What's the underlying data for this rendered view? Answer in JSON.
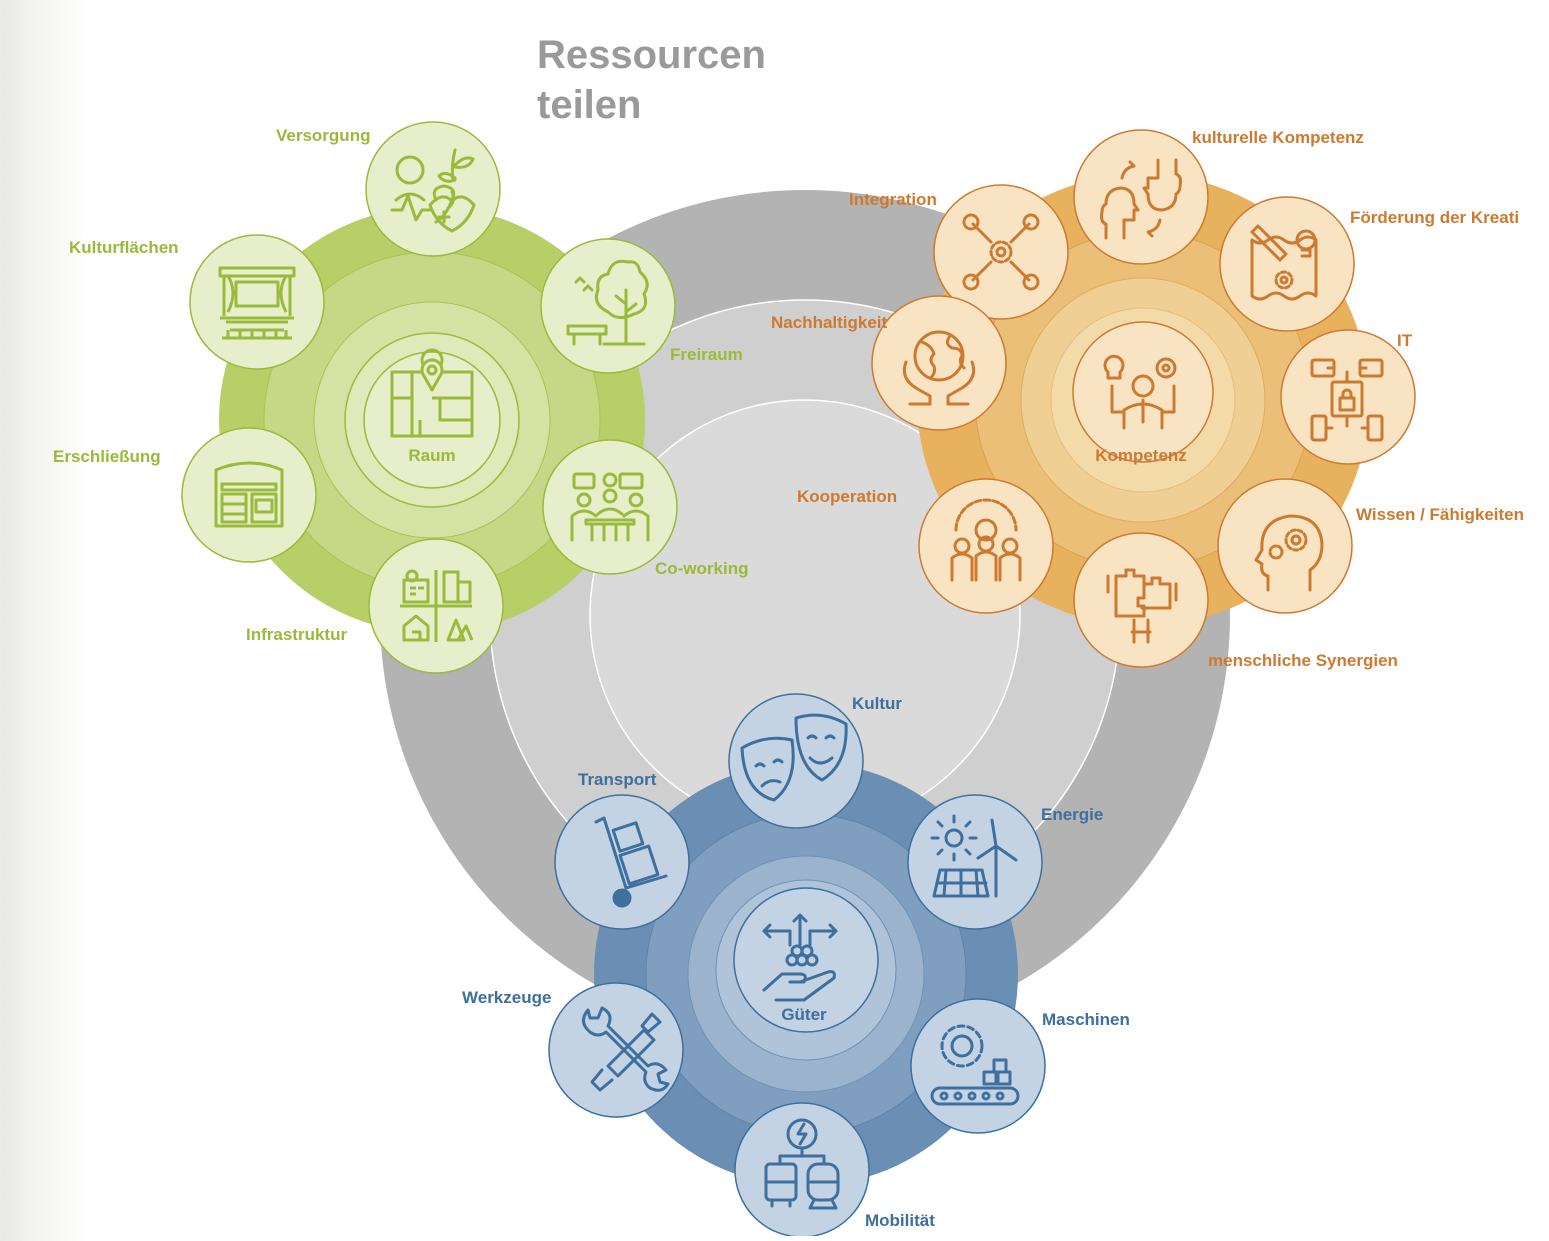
{
  "title_lines": [
    "Ressourcen",
    "teilen"
  ],
  "colors": {
    "green": "#9bb93a",
    "orange": "#cd7a30",
    "blue": "#3d6f9f",
    "grey": "#b3b3b3"
  },
  "clusters": {
    "raum": {
      "hub": "Raum",
      "items": {
        "versorgung": "Versorgung",
        "kulturflaechen": "Kulturflächen",
        "freiraum": "Freiraum",
        "erschliessung": "Erschließung",
        "coworking": "Co-working",
        "infrastruktur": "Infrastruktur"
      }
    },
    "kompetenz": {
      "hub": "Kompetenz",
      "items": {
        "kulturelle_kompetenz": "kulturelle Kompetenz",
        "integration": "Integration",
        "foerderung": "Förderung der Kreati",
        "nachhaltigkeit": "Nachhaltigkeit",
        "it": "IT",
        "kooperation": "Kooperation",
        "wissen": "Wissen / Fähigkeiten",
        "synergien": "menschliche Synergien"
      }
    },
    "gueter": {
      "hub": "Güter",
      "items": {
        "kultur": "Kultur",
        "transport": "Transport",
        "energie": "Energie",
        "werkzeuge": "Werkzeuge",
        "maschinen": "Maschinen",
        "mobilitaet": "Mobilität"
      }
    }
  }
}
